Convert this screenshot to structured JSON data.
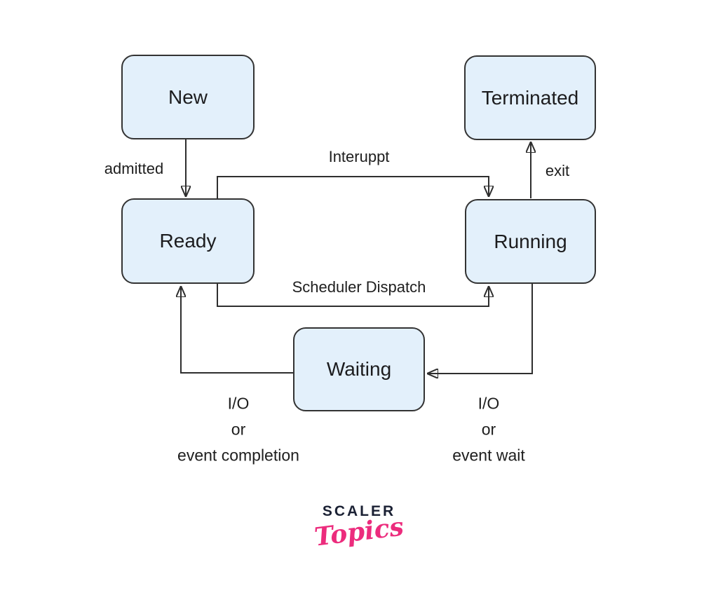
{
  "diagram": {
    "title_implied": "Process state transition diagram",
    "colors": {
      "node_fill": "#e3f0fb",
      "node_border": "#333333",
      "edge_line": "#2e2e2e",
      "text": "#1e1e1e"
    },
    "nodes": [
      {
        "id": "new",
        "label": "New"
      },
      {
        "id": "terminated",
        "label": "Terminated"
      },
      {
        "id": "ready",
        "label": "Ready"
      },
      {
        "id": "running",
        "label": "Running"
      },
      {
        "id": "waiting",
        "label": "Waiting"
      }
    ],
    "edges": [
      {
        "from": "new",
        "to": "ready",
        "label": "admitted"
      },
      {
        "from": "ready",
        "to": "running",
        "label": "Interuppt"
      },
      {
        "from": "running",
        "to": "terminated",
        "label": "exit"
      },
      {
        "from": "ready",
        "to": "running",
        "label": "Scheduler Dispatch"
      },
      {
        "from": "waiting",
        "to": "ready",
        "label_lines": [
          "I/O",
          "or",
          "event completion"
        ]
      },
      {
        "from": "running",
        "to": "waiting",
        "label_lines": [
          "I/O",
          "or",
          "event wait"
        ]
      }
    ]
  },
  "logo": {
    "brand": "SCALER",
    "sub": "Topics",
    "brand_color": "#1b2134",
    "sub_color": "#ec2c7d"
  }
}
